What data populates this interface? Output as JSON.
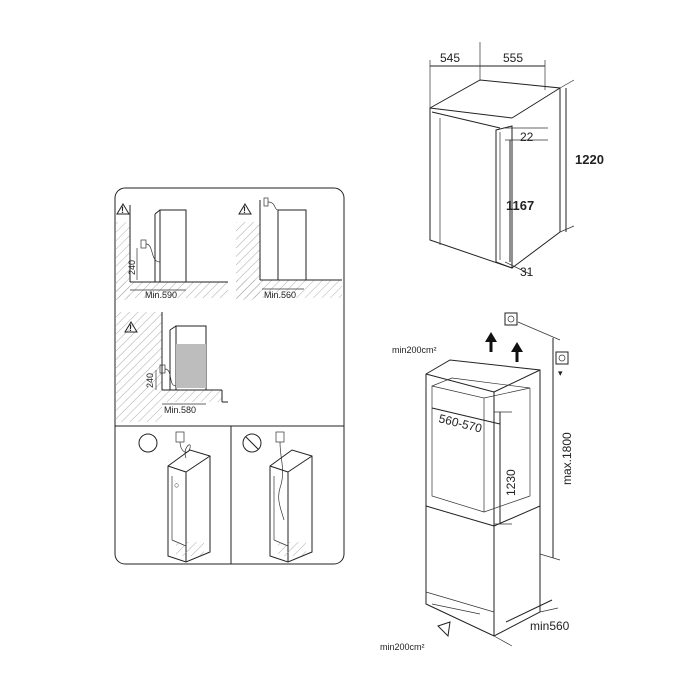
{
  "top_fridge": {
    "depth": "545",
    "width": "555",
    "height_total": "1220",
    "door_gap": "22",
    "door_height": "1167",
    "bottom_gap": "31"
  },
  "left_panel": {
    "scene_a": {
      "height": "240",
      "min_label": "Min.590"
    },
    "scene_b": {
      "min_label": "Min.560"
    },
    "scene_c": {
      "height": "240",
      "min_label": "Min.580"
    }
  },
  "cabinet": {
    "vent_top": "min200cm²",
    "vent_bottom": "min200cm²",
    "niche_width": "560-570",
    "niche_height": "1230",
    "max_height": "max.1800",
    "min_width": "min560"
  },
  "colors": {
    "stroke": "#222222",
    "fill_gray": "#bdbdbd",
    "hatch": "#999999"
  }
}
